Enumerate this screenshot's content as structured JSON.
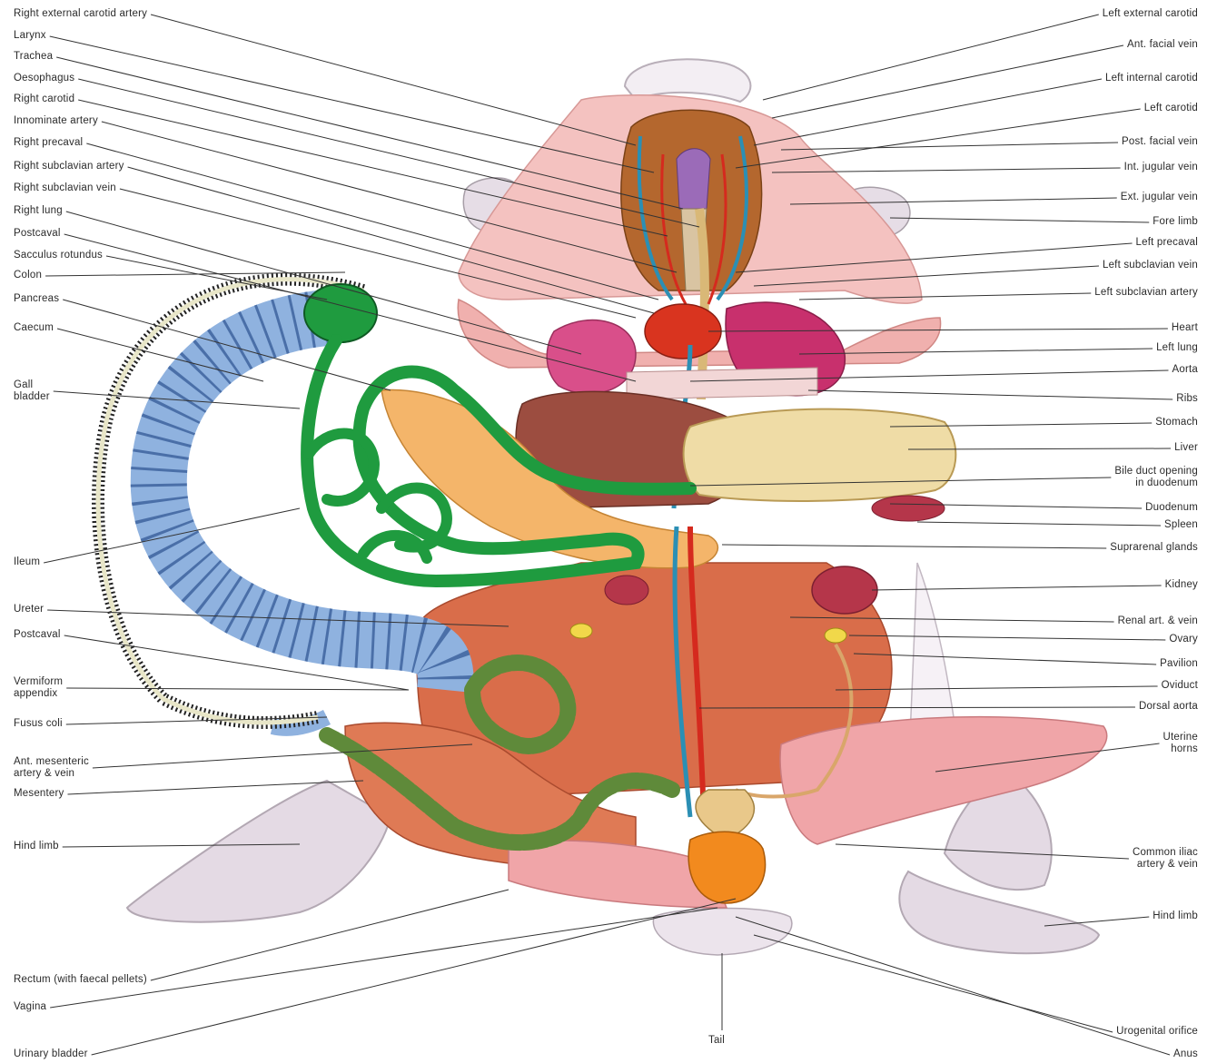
{
  "diagram": {
    "left_labels": [
      {
        "id": "right-external-carotid",
        "text": "Right external carotid artery"
      },
      {
        "id": "larynx",
        "text": "Larynx"
      },
      {
        "id": "trachea",
        "text": "Trachea"
      },
      {
        "id": "oesophagus",
        "text": "Oesophagus"
      },
      {
        "id": "right-carotid",
        "text": "Right carotid"
      },
      {
        "id": "innominate-artery",
        "text": "Innominate artery"
      },
      {
        "id": "right-precaval",
        "text": "Right precaval"
      },
      {
        "id": "right-subclavian-artery",
        "text": "Right subclavian artery"
      },
      {
        "id": "right-subclavian-vein",
        "text": "Right subclavian vein"
      },
      {
        "id": "right-lung",
        "text": "Right lung"
      },
      {
        "id": "postcaval-upper",
        "text": "Postcaval"
      },
      {
        "id": "sacculus-rotundus",
        "text": "Sacculus rotundus"
      },
      {
        "id": "colon",
        "text": "Colon"
      },
      {
        "id": "pancreas",
        "text": "Pancreas"
      },
      {
        "id": "caecum",
        "text": "Caecum"
      },
      {
        "id": "gall-bladder",
        "text": "Gall",
        "text2": "bladder"
      },
      {
        "id": "ileum",
        "text": "Ileum"
      },
      {
        "id": "ureter",
        "text": "Ureter"
      },
      {
        "id": "postcaval-lower",
        "text": "Postcaval"
      },
      {
        "id": "vermiform-appendix",
        "text": "Vermiform",
        "text2": "appendix"
      },
      {
        "id": "fusus-coli",
        "text": "Fusus coli"
      },
      {
        "id": "ant-mesenteric",
        "text": "Ant. mesenteric",
        "text2": "artery & vein"
      },
      {
        "id": "mesentery",
        "text": "Mesentery"
      },
      {
        "id": "hind-limb-left",
        "text": "Hind limb"
      },
      {
        "id": "rectum",
        "text": "Rectum (with faecal pellets)"
      },
      {
        "id": "vagina",
        "text": "Vagina"
      },
      {
        "id": "urinary-bladder",
        "text": "Urinary bladder"
      }
    ],
    "right_labels": [
      {
        "id": "left-external-carotid",
        "text": "Left external carotid"
      },
      {
        "id": "ant-facial-vein",
        "text": "Ant. facial vein"
      },
      {
        "id": "left-internal-carotid",
        "text": "Left internal carotid"
      },
      {
        "id": "left-carotid",
        "text": "Left carotid"
      },
      {
        "id": "post-facial-vein",
        "text": "Post. facial vein"
      },
      {
        "id": "int-jugular-vein",
        "text": "Int. jugular vein"
      },
      {
        "id": "ext-jugular-vein",
        "text": "Ext. jugular vein"
      },
      {
        "id": "fore-limb",
        "text": "Fore limb"
      },
      {
        "id": "left-precaval",
        "text": "Left precaval"
      },
      {
        "id": "left-subclavian-vein",
        "text": "Left subclavian vein"
      },
      {
        "id": "left-subclavian-artery",
        "text": "Left subclavian artery"
      },
      {
        "id": "heart",
        "text": "Heart"
      },
      {
        "id": "left-lung",
        "text": "Left lung"
      },
      {
        "id": "aorta",
        "text": "Aorta"
      },
      {
        "id": "ribs",
        "text": "Ribs"
      },
      {
        "id": "stomach",
        "text": "Stomach"
      },
      {
        "id": "liver",
        "text": "Liver"
      },
      {
        "id": "bile-duct",
        "text": "Bile duct opening",
        "text2": "in duodenum"
      },
      {
        "id": "duodenum",
        "text": "Duodenum"
      },
      {
        "id": "spleen",
        "text": "Spleen"
      },
      {
        "id": "suprarenal-glands",
        "text": "Suprarenal glands"
      },
      {
        "id": "kidney",
        "text": "Kidney"
      },
      {
        "id": "renal-art-vein",
        "text": "Renal art. & vein"
      },
      {
        "id": "ovary",
        "text": "Ovary"
      },
      {
        "id": "pavilion",
        "text": "Pavilion"
      },
      {
        "id": "oviduct",
        "text": "Oviduct"
      },
      {
        "id": "dorsal-aorta",
        "text": "Dorsal aorta"
      },
      {
        "id": "uterine-horns",
        "text": "Uterine",
        "text2": "horns"
      },
      {
        "id": "common-iliac",
        "text": "Common iliac",
        "text2": "artery & vein"
      },
      {
        "id": "hind-limb-right",
        "text": "Hind limb"
      },
      {
        "id": "urogenital-orifice",
        "text": "Urogenital orifice"
      },
      {
        "id": "anus",
        "text": "Anus"
      }
    ],
    "bottom_labels": [
      {
        "id": "tail",
        "text": "Tail"
      }
    ]
  },
  "colors": {
    "skin": "#f2b8b8",
    "muscle": "#e98f8f",
    "fur": "#cfc3cf",
    "artery": "#d52a1e",
    "vein": "#2b8fb4",
    "colon": "#8fb2df",
    "small_intestine": "#1f9b3f",
    "rectum": "#5f8a3a",
    "liver": "#efdca6",
    "kidney": "#b5364a",
    "lung": "#d94f8a",
    "heart": "#d9341f",
    "leader_line": "#333333"
  }
}
